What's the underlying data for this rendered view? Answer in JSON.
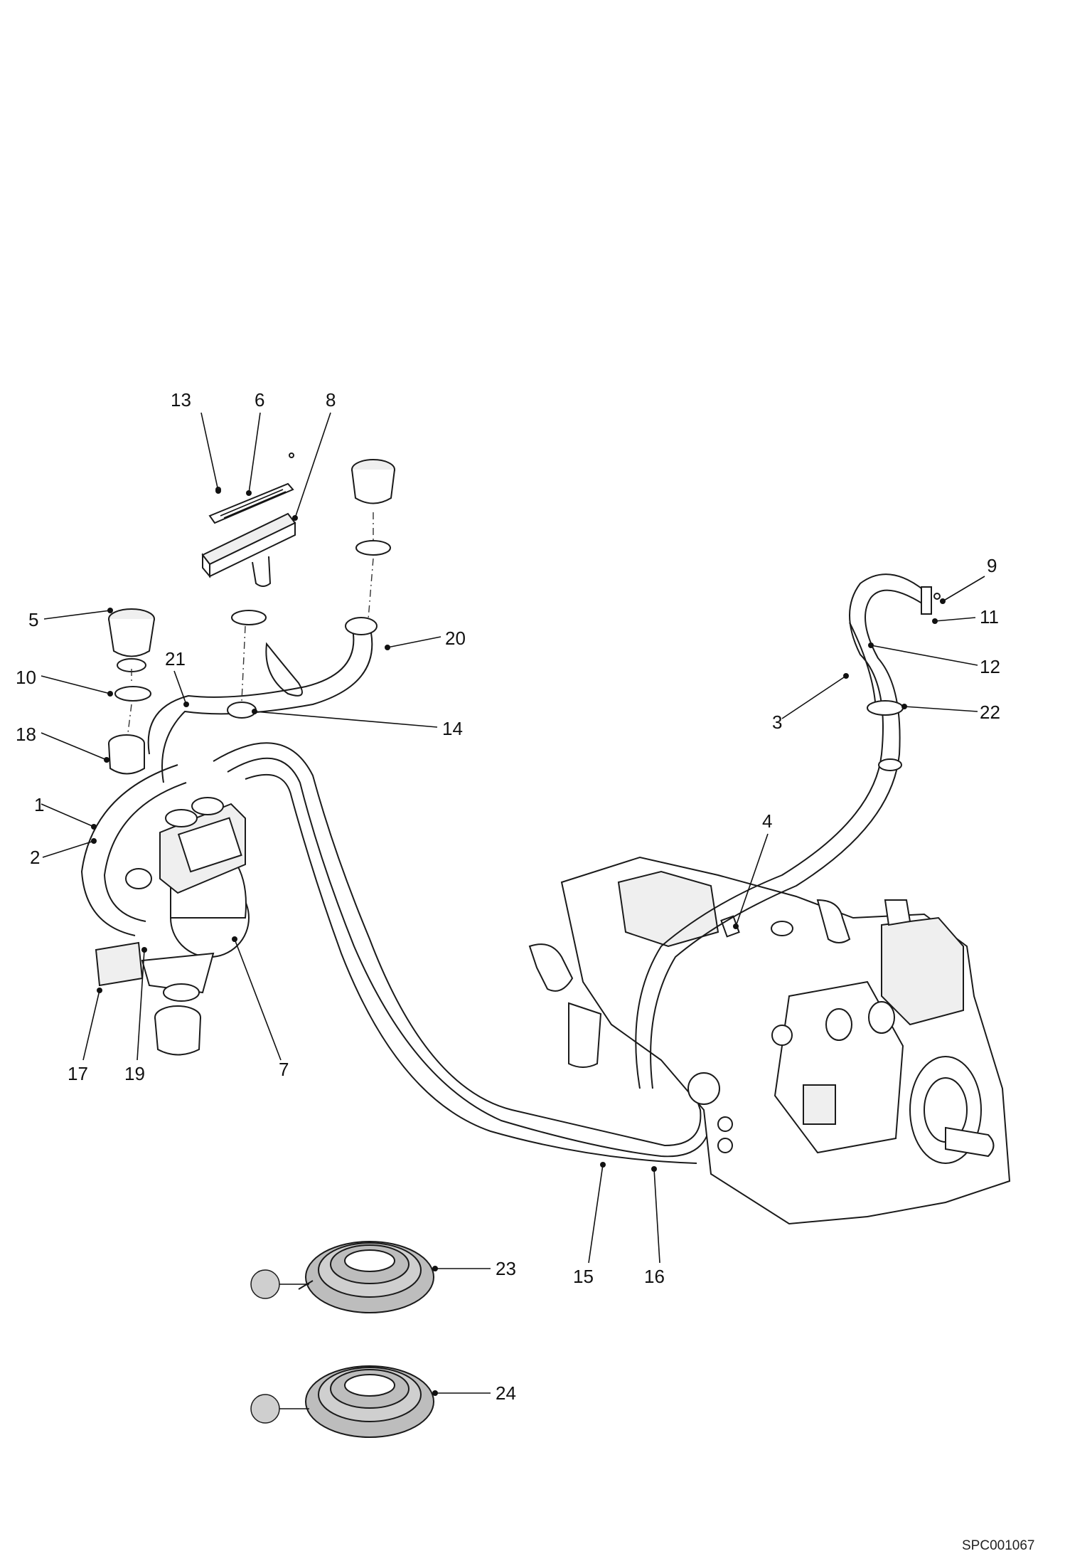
{
  "drawing_reference": "SPC001067",
  "callouts": [
    {
      "id": "c1",
      "label": "1"
    },
    {
      "id": "c2",
      "label": "2"
    },
    {
      "id": "c3",
      "label": "3"
    },
    {
      "id": "c4",
      "label": "4"
    },
    {
      "id": "c5",
      "label": "5"
    },
    {
      "id": "c6",
      "label": "6"
    },
    {
      "id": "c7",
      "label": "7"
    },
    {
      "id": "c8",
      "label": "8"
    },
    {
      "id": "c9",
      "label": "9"
    },
    {
      "id": "c10",
      "label": "10"
    },
    {
      "id": "c11",
      "label": "11"
    },
    {
      "id": "c12",
      "label": "12"
    },
    {
      "id": "c13",
      "label": "13"
    },
    {
      "id": "c14",
      "label": "14"
    },
    {
      "id": "c15",
      "label": "15"
    },
    {
      "id": "c16",
      "label": "16"
    },
    {
      "id": "c17",
      "label": "17"
    },
    {
      "id": "c18",
      "label": "18"
    },
    {
      "id": "c19",
      "label": "19"
    },
    {
      "id": "c20",
      "label": "20"
    },
    {
      "id": "c21",
      "label": "21"
    },
    {
      "id": "c22",
      "label": "22"
    },
    {
      "id": "c23",
      "label": "23"
    },
    {
      "id": "c24",
      "label": "24"
    }
  ],
  "colors": {
    "line": "#111111",
    "part_fill": "#ffffff",
    "shade_fill": "#efefef",
    "coil_fill": "#bdbdbd",
    "bulk_marker": "#cfcfcf"
  }
}
